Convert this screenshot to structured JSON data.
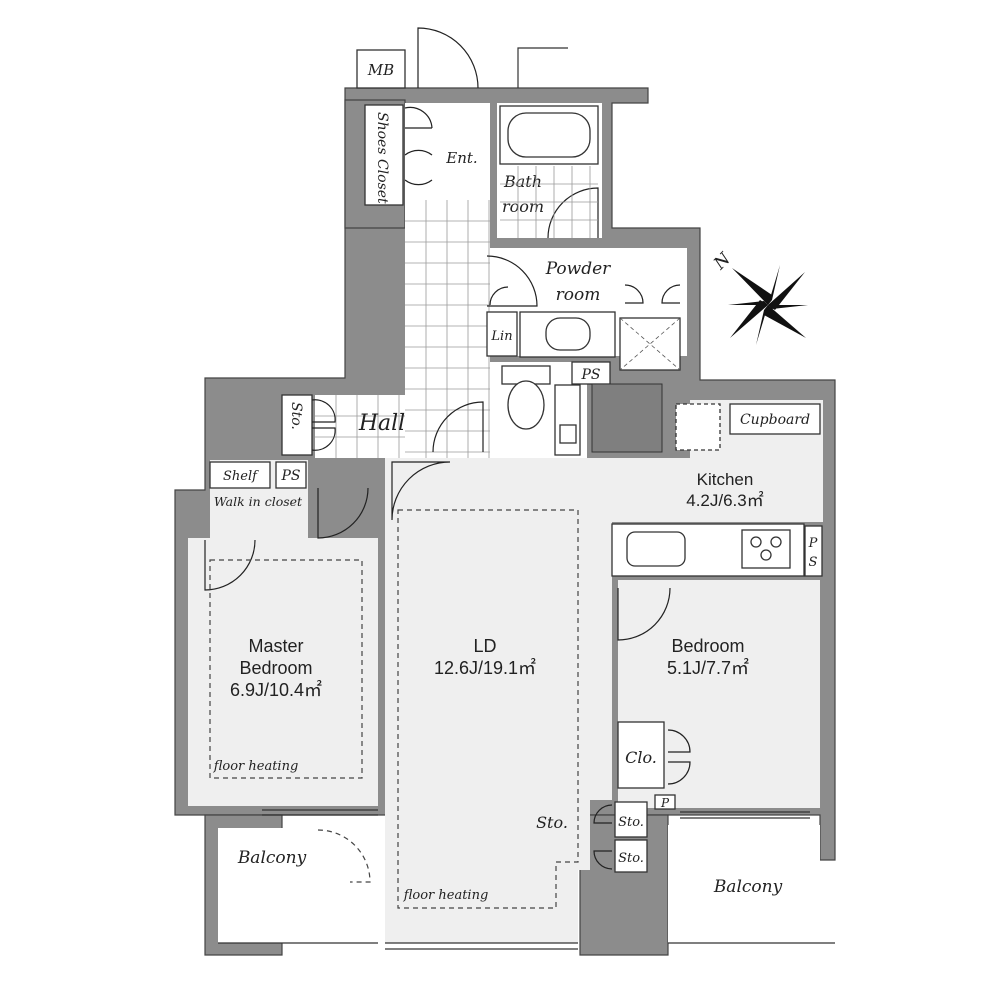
{
  "rooms": {
    "mb": "MB",
    "shoes_closet": "Shoes Closet",
    "entrance": "Ent.",
    "bath": [
      "Bath",
      "room"
    ],
    "powder": [
      "Powder",
      "room"
    ],
    "linen": "Lin",
    "ps_top": "PS",
    "hall": "Hall",
    "sto_hall": "Sto.",
    "cupboard": "Cupboard",
    "kitchen": {
      "name": "Kitchen",
      "size": "4.2J/6.3㎡"
    },
    "shelf": "Shelf",
    "ps_wic": "PS",
    "walk_in_closet": "Walk in closet",
    "ps_kitchen": [
      "P",
      "S"
    ],
    "master_bedroom": {
      "name": [
        "Master",
        "Bedroom"
      ],
      "size": "6.9J/10.4㎡",
      "note": "floor heating"
    },
    "ld": {
      "name": "LD",
      "size": "12.6J/19.1㎡",
      "note": "floor heating"
    },
    "bedroom": {
      "name": "Bedroom",
      "size": "5.1J/7.7㎡"
    },
    "closet": "Clo.",
    "sto_ld": "Sto.",
    "sto_small_1": "Sto.",
    "sto_small_2": "Sto.",
    "p_small": "P",
    "balcony_left": "Balcony",
    "balcony_right": "Balcony"
  },
  "compass": {
    "label": "N"
  },
  "colors": {
    "wall": "#8c8c8c",
    "floor": "#efefef",
    "fixture_gray": "#7f7f7f"
  }
}
